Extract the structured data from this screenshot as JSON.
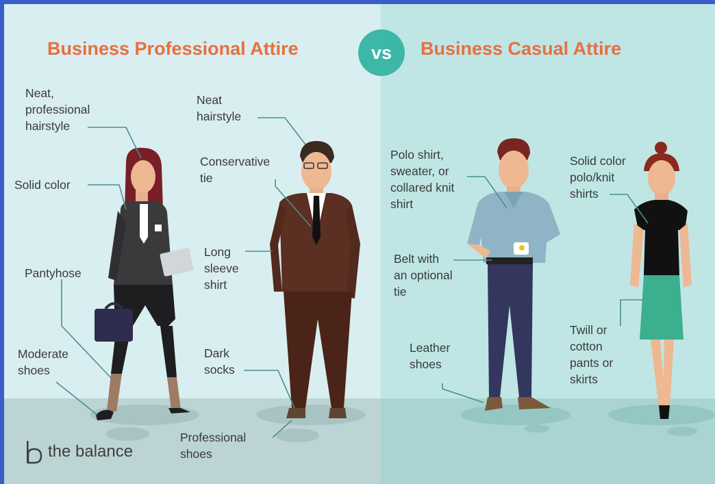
{
  "header": {
    "left_title": "Business Professional Attire",
    "vs_label": "vs",
    "right_title": "Business Casual Attire"
  },
  "labels": {
    "neat_professional_hairstyle": "Neat,\nprofessional\nhairstyle",
    "solid_color": "Solid color",
    "pantyhose": "Pantyhose",
    "moderate_shoes": "Moderate\nshoes",
    "neat_hairstyle": "Neat\nhairstyle",
    "conservative_tie": "Conservative\ntie",
    "long_sleeve_shirt": "Long\nsleeve\nshirt",
    "dark_socks": "Dark\nsocks",
    "professional_shoes": "Professional\nshoes",
    "polo_shirt": "Polo shirt,\nsweater, or\ncollared knit\nshirt",
    "belt": "Belt with\nan optional\ntie",
    "leather_shoes": "Leather\nshoes",
    "solid_polo_knit": "Solid color\npolo/knit\nshirts",
    "twill_pants": "Twill or\ncotton\npants or\nskirts"
  },
  "brand": {
    "text": "the balance",
    "icon": "balance-logo-icon"
  },
  "colors": {
    "title": "#e96e3f",
    "vs_badge": "#3cb7a8",
    "left_bg": "#d9eef0",
    "right_bg": "#bfe6e5",
    "frame": "#3a5ec8",
    "label_text": "#3a3a3a",
    "leader_line": "#4a8f91"
  }
}
